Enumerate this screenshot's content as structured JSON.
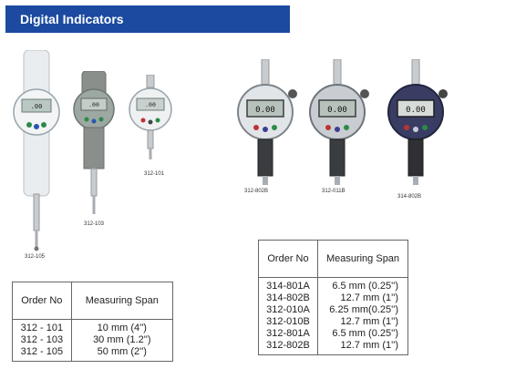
{
  "header": {
    "title": "Digital Indicators"
  },
  "products": [
    {
      "label": "312-105",
      "display": ".00"
    },
    {
      "label": "312-103",
      "display": ".00"
    },
    {
      "label": "312-101",
      "display": ".00"
    },
    {
      "label": "312-802B",
      "display": "0.00"
    },
    {
      "label": "312-011B",
      "display": "0.00"
    },
    {
      "label": "314-802B",
      "display": "0.00"
    }
  ],
  "table_left": {
    "headers": [
      "Order No",
      "Measuring Span"
    ],
    "rows": [
      [
        "312 - 101",
        "10 mm (4'')"
      ],
      [
        "312 - 103",
        "30 mm (1.2'')"
      ],
      [
        "312 - 105",
        "50 mm (2'')"
      ]
    ]
  },
  "table_right": {
    "headers": [
      "Order No",
      "Measuring Span"
    ],
    "rows": [
      [
        "314-801A",
        "6.5 mm (0.25'')"
      ],
      [
        "314-802B",
        "12.7 mm (1'')"
      ],
      [
        "312-010A",
        "6.25 mm(0.25'')"
      ],
      [
        "312-010B",
        "12.7  mm (1'')"
      ],
      [
        "312-801A",
        "6.5 mm (0.25'')"
      ],
      [
        "312-802B",
        "12.7 mm (1'')"
      ]
    ]
  }
}
